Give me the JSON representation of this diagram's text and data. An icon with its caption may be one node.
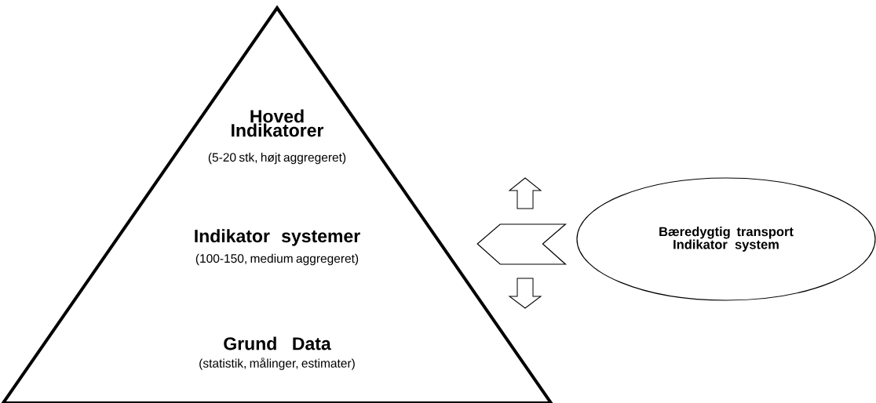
{
  "diagram": {
    "nodes": [
      {
        "text": [
          "Hoved Indikatorer",
          "(5-20 stk, højt aggregeret)",
          "Indikator systemer",
          "(100-150, medium aggregeret)",
          "Grund Data",
          "(statistik, målinger, estimater)"
        ]
      },
      {
        "text": [
          "Bæredygtig transport Indikator system"
        ]
      }
    ],
    "edges": [
      {
        "from": 1,
        "to": 0,
        "arrow": "to"
      }
    ]
  }
}
